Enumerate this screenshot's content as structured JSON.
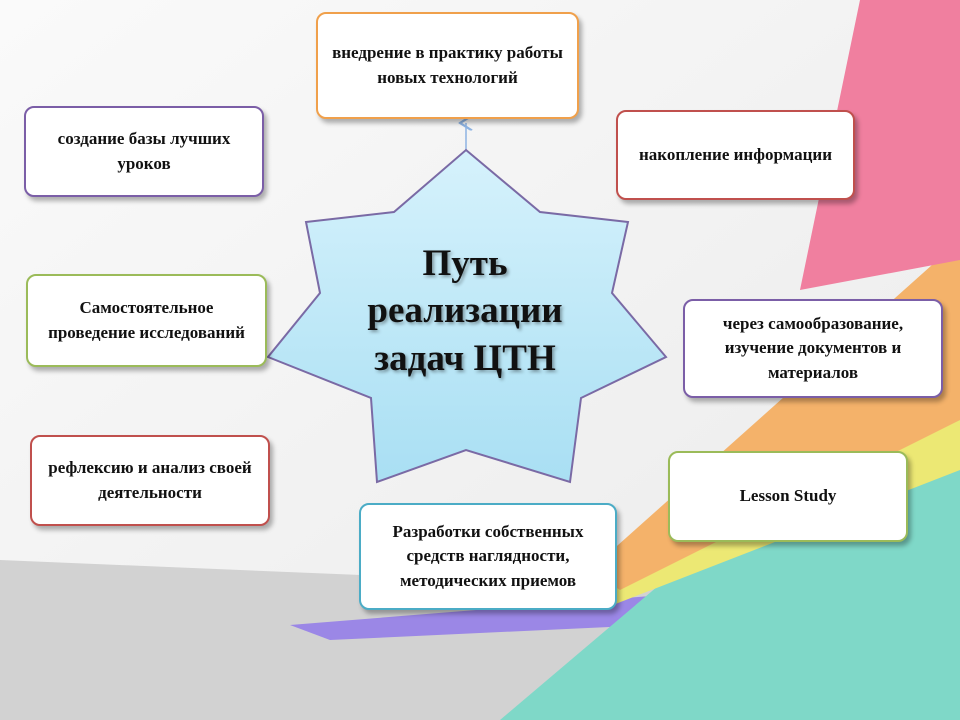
{
  "diagram": {
    "center": {
      "title": "Путь реализации задач ЦТН"
    },
    "boxes": [
      {
        "id": "top",
        "text": "внедрение в практику работы новых технологий",
        "border_color": "#f0a04b"
      },
      {
        "id": "top-left",
        "text": "создание базы лучших уроков",
        "border_color": "#7b5ea7"
      },
      {
        "id": "top-right",
        "text": "накопление информации",
        "border_color": "#c0504d"
      },
      {
        "id": "mid-left",
        "text": "Самостоятельное проведение исследований",
        "border_color": "#9bbb59"
      },
      {
        "id": "mid-right",
        "text": "через самообразование, изучение документов и материалов",
        "border_color": "#7b5ea7"
      },
      {
        "id": "low-left",
        "text": "рефлексию и анализ своей деятельности",
        "border_color": "#c0504d"
      },
      {
        "id": "low-right",
        "text": "Lesson Study",
        "border_color": "#9bbb59"
      },
      {
        "id": "bottom",
        "text": "Разработки собственных средств наглядности, методических приемов",
        "border_color": "#4bacc6"
      }
    ]
  },
  "colors": {
    "star_fill_top": "#d6f2fc",
    "star_fill_bottom": "#a9dff3",
    "star_stroke": "#7a6aa5",
    "arrow": "#8db3e2"
  }
}
